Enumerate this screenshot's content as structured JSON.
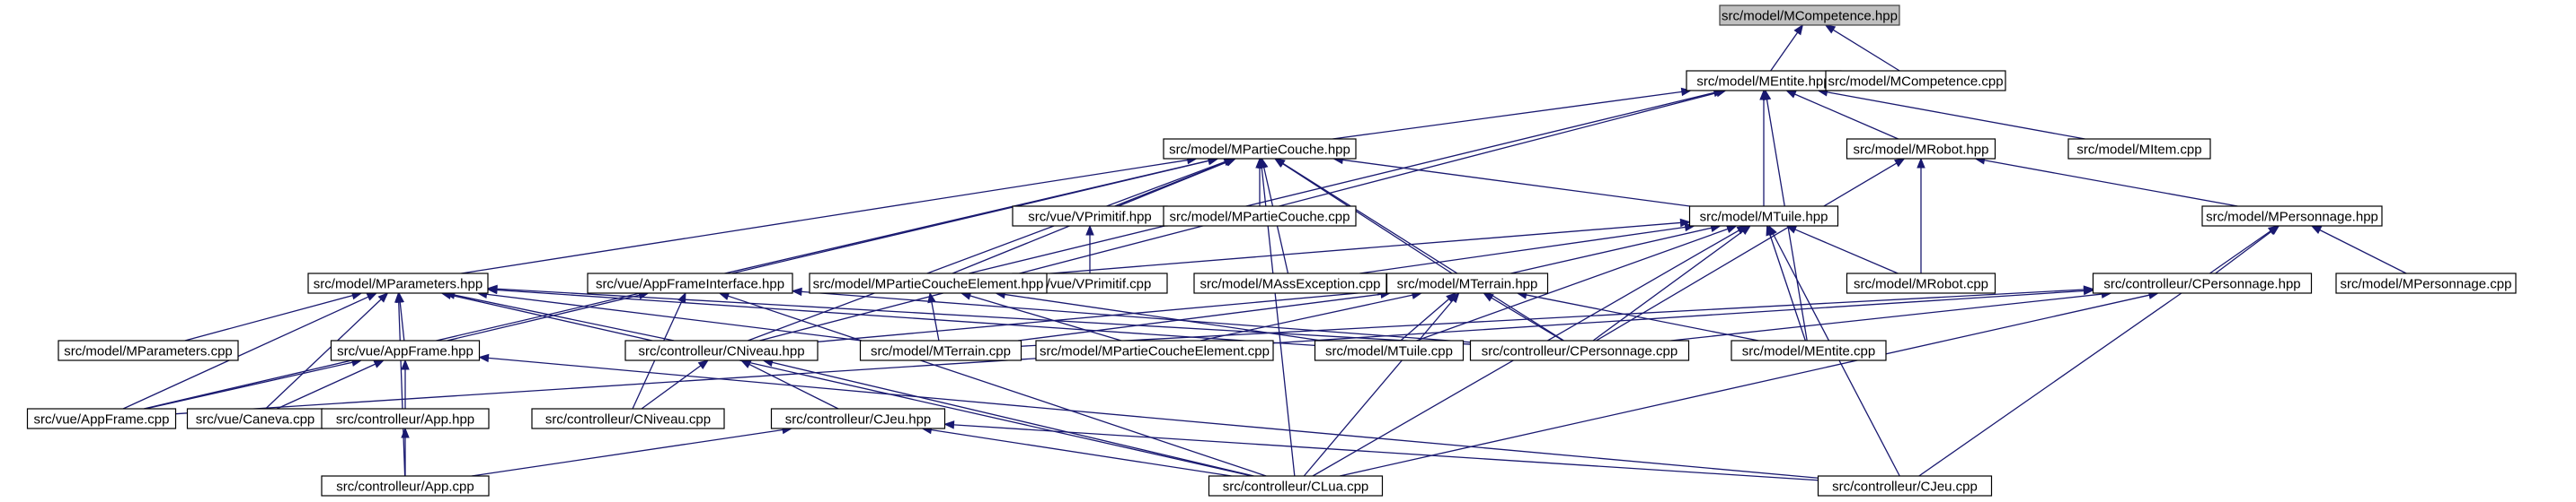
{
  "diagram": {
    "type": "include-dependency-graph",
    "colors": {
      "edge": "#191970",
      "root_fill": "#bfbfbf",
      "node_fill": "#ffffff",
      "node_border": "#000000"
    },
    "root": "mcompetence_hpp",
    "nodes": [
      {
        "id": "mcompetence_hpp",
        "label": "src/model/MCompetence.hpp"
      },
      {
        "id": "mentite_hpp",
        "label": "src/model/MEntite.hpp"
      },
      {
        "id": "mcompetence_cpp",
        "label": "src/model/MCompetence.cpp"
      },
      {
        "id": "mpartiecouche_hpp",
        "label": "src/model/MPartieCouche.hpp"
      },
      {
        "id": "mrobot_hpp",
        "label": "src/model/MRobot.hpp"
      },
      {
        "id": "mitem_cpp",
        "label": "src/model/MItem.cpp"
      },
      {
        "id": "vprimitif_hpp",
        "label": "src/vue/VPrimitif.hpp"
      },
      {
        "id": "mpartiecouche_cpp",
        "label": "src/model/MPartieCouche.cpp"
      },
      {
        "id": "mtuile_hpp",
        "label": "src/model/MTuile.hpp"
      },
      {
        "id": "mpersonnage_hpp",
        "label": "src/model/MPersonnage.hpp"
      },
      {
        "id": "vprimitif_cpp",
        "label": "src/vue/VPrimitif.cpp"
      },
      {
        "id": "mparameters_hpp",
        "label": "src/model/MParameters.hpp"
      },
      {
        "id": "appframeinterface_hpp",
        "label": "src/vue/AppFrameInterface.hpp"
      },
      {
        "id": "mpartiecoucheelement_hpp",
        "label": "src/model/MPartieCoucheElement.hpp"
      },
      {
        "id": "massexception_cpp",
        "label": "src/model/MAssException.cpp"
      },
      {
        "id": "mterrain_hpp",
        "label": "src/model/MTerrain.hpp"
      },
      {
        "id": "mrobot_cpp",
        "label": "src/model/MRobot.cpp"
      },
      {
        "id": "cpersonnage_hpp",
        "label": "src/controlleur/CPersonnage.hpp"
      },
      {
        "id": "mpersonnage_cpp",
        "label": "src/model/MPersonnage.cpp"
      },
      {
        "id": "mparameters_cpp",
        "label": "src/model/MParameters.cpp"
      },
      {
        "id": "appframe_hpp",
        "label": "src/vue/AppFrame.hpp"
      },
      {
        "id": "cniveau_hpp",
        "label": "src/controlleur/CNiveau.hpp"
      },
      {
        "id": "mterrain_cpp",
        "label": "src/model/MTerrain.cpp"
      },
      {
        "id": "mpartiecoucheelement_cpp",
        "label": "src/model/MPartieCoucheElement.cpp"
      },
      {
        "id": "mtuile_cpp",
        "label": "src/model/MTuile.cpp"
      },
      {
        "id": "cpersonnage_cpp",
        "label": "src/controlleur/CPersonnage.cpp"
      },
      {
        "id": "mentite_cpp",
        "label": "src/model/MEntite.cpp"
      },
      {
        "id": "appframe_cpp",
        "label": "src/vue/AppFrame.cpp"
      },
      {
        "id": "caneva_cpp",
        "label": "src/vue/Caneva.cpp"
      },
      {
        "id": "app_hpp",
        "label": "src/controlleur/App.hpp"
      },
      {
        "id": "cniveau_cpp",
        "label": "src/controlleur/CNiveau.cpp"
      },
      {
        "id": "cjeu_hpp",
        "label": "src/controlleur/CJeu.hpp"
      },
      {
        "id": "app_cpp",
        "label": "src/controlleur/App.cpp"
      },
      {
        "id": "clua_cpp",
        "label": "src/controlleur/CLua.cpp"
      },
      {
        "id": "cjeu_cpp",
        "label": "src/controlleur/CJeu.cpp"
      }
    ],
    "edges": [
      [
        "mentite_hpp",
        "mcompetence_hpp"
      ],
      [
        "mcompetence_cpp",
        "mcompetence_hpp"
      ],
      [
        "mpartiecouche_hpp",
        "mentite_hpp"
      ],
      [
        "mrobot_hpp",
        "mentite_hpp"
      ],
      [
        "mitem_cpp",
        "mentite_hpp"
      ],
      [
        "mtuile_hpp",
        "mentite_hpp"
      ],
      [
        "mpartiecoucheelement_hpp",
        "mentite_hpp"
      ],
      [
        "cniveau_hpp",
        "mentite_hpp"
      ],
      [
        "mentite_cpp",
        "mentite_hpp"
      ],
      [
        "vprimitif_hpp",
        "mpartiecouche_hpp"
      ],
      [
        "mpartiecouche_cpp",
        "mpartiecouche_hpp"
      ],
      [
        "mtuile_hpp",
        "mpartiecouche_hpp"
      ],
      [
        "mparameters_hpp",
        "mpartiecouche_hpp"
      ],
      [
        "appframeinterface_hpp",
        "mpartiecouche_hpp"
      ],
      [
        "mpartiecoucheelement_hpp",
        "mpartiecouche_hpp"
      ],
      [
        "massexception_cpp",
        "mpartiecouche_hpp"
      ],
      [
        "mterrain_hpp",
        "mpartiecouche_hpp"
      ],
      [
        "cniveau_hpp",
        "mpartiecouche_hpp"
      ],
      [
        "cpersonnage_cpp",
        "mpartiecouche_hpp"
      ],
      [
        "appframe_cpp",
        "mpartiecouche_hpp"
      ],
      [
        "clua_cpp",
        "mpartiecouche_hpp"
      ],
      [
        "mpersonnage_hpp",
        "mrobot_hpp"
      ],
      [
        "mrobot_cpp",
        "mrobot_hpp"
      ],
      [
        "cpersonnage_cpp",
        "mrobot_hpp"
      ],
      [
        "vprimitif_cpp",
        "vprimitif_hpp"
      ],
      [
        "mpartiecoucheelement_hpp",
        "mtuile_hpp"
      ],
      [
        "massexception_cpp",
        "mtuile_hpp"
      ],
      [
        "mterrain_hpp",
        "mtuile_hpp"
      ],
      [
        "mrobot_cpp",
        "mtuile_hpp"
      ],
      [
        "mtuile_cpp",
        "mtuile_hpp"
      ],
      [
        "cpersonnage_cpp",
        "mtuile_hpp"
      ],
      [
        "mentite_cpp",
        "mtuile_hpp"
      ],
      [
        "clua_cpp",
        "mtuile_hpp"
      ],
      [
        "cjeu_cpp",
        "mtuile_hpp"
      ],
      [
        "cpersonnage_hpp",
        "mpersonnage_hpp"
      ],
      [
        "mpersonnage_cpp",
        "mpersonnage_hpp"
      ],
      [
        "cjeu_cpp",
        "mpersonnage_hpp"
      ],
      [
        "mparameters_cpp",
        "mparameters_hpp"
      ],
      [
        "appframe_hpp",
        "mparameters_hpp"
      ],
      [
        "cniveau_hpp",
        "mparameters_hpp"
      ],
      [
        "mterrain_cpp",
        "mparameters_hpp"
      ],
      [
        "mtuile_cpp",
        "mparameters_hpp"
      ],
      [
        "cpersonnage_cpp",
        "mparameters_hpp"
      ],
      [
        "appframe_cpp",
        "mparameters_hpp"
      ],
      [
        "caneva_cpp",
        "mparameters_hpp"
      ],
      [
        "app_cpp",
        "mparameters_hpp"
      ],
      [
        "clua_cpp",
        "mparameters_hpp"
      ],
      [
        "appframe_hpp",
        "appframeinterface_hpp"
      ],
      [
        "cniveau_cpp",
        "appframeinterface_hpp"
      ],
      [
        "cpersonnage_cpp",
        "appframeinterface_hpp"
      ],
      [
        "clua_cpp",
        "appframeinterface_hpp"
      ],
      [
        "mterrain_cpp",
        "mpartiecoucheelement_hpp"
      ],
      [
        "mpartiecoucheelement_cpp",
        "mpartiecoucheelement_hpp"
      ],
      [
        "mtuile_cpp",
        "mpartiecoucheelement_hpp"
      ],
      [
        "cniveau_hpp",
        "mterrain_hpp"
      ],
      [
        "mterrain_cpp",
        "mterrain_hpp"
      ],
      [
        "mpartiecoucheelement_cpp",
        "mterrain_hpp"
      ],
      [
        "mtuile_cpp",
        "mterrain_hpp"
      ],
      [
        "cpersonnage_cpp",
        "mterrain_hpp"
      ],
      [
        "mentite_cpp",
        "mterrain_hpp"
      ],
      [
        "clua_cpp",
        "mterrain_hpp"
      ],
      [
        "cpersonnage_cpp",
        "cpersonnage_hpp"
      ],
      [
        "mterrain_cpp",
        "cpersonnage_hpp"
      ],
      [
        "clua_cpp",
        "cpersonnage_hpp"
      ],
      [
        "appframe_cpp",
        "cpersonnage_hpp"
      ],
      [
        "appframe_cpp",
        "appframe_hpp"
      ],
      [
        "caneva_cpp",
        "appframe_hpp"
      ],
      [
        "app_hpp",
        "appframe_hpp"
      ],
      [
        "cjeu_cpp",
        "appframe_hpp"
      ],
      [
        "cniveau_cpp",
        "cniveau_hpp"
      ],
      [
        "cjeu_hpp",
        "cniveau_hpp"
      ],
      [
        "clua_cpp",
        "cniveau_hpp"
      ],
      [
        "app_cpp",
        "app_hpp"
      ],
      [
        "app_cpp",
        "cjeu_hpp"
      ],
      [
        "clua_cpp",
        "cjeu_hpp"
      ],
      [
        "cjeu_cpp",
        "cjeu_hpp"
      ]
    ]
  }
}
